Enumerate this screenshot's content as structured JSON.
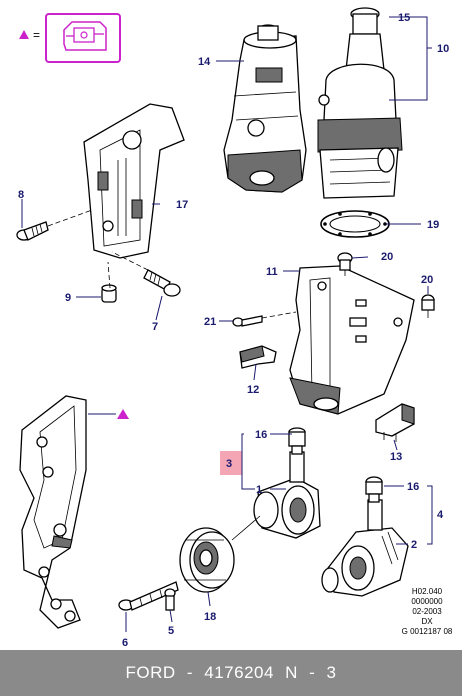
{
  "legend": {
    "symbol": "▲",
    "equals": "="
  },
  "callouts": {
    "c1": "1",
    "c2": "2",
    "c3": "3",
    "c4": "4",
    "c5": "5",
    "c6": "6",
    "c7": "7",
    "c8": "8",
    "c9": "9",
    "c10": "10",
    "c11": "11",
    "c12": "12",
    "c13": "13",
    "c14": "14",
    "c15": "15",
    "c16a": "16",
    "c16b": "16",
    "c17": "17",
    "c18": "18",
    "c19": "19",
    "c20a": "20",
    "c20b": "20",
    "c21": "21"
  },
  "drawing_info": [
    "H02.040",
    "0000000",
    "02-2003",
    "DX",
    "G 0012187 08"
  ],
  "footer": "FORD - 4176204     N - 3",
  "colors": {
    "accent": "#cc22cc",
    "callout": "#1a1a6e",
    "highlight": "#f4a6b4",
    "footer_bg": "#8a8a8a"
  }
}
